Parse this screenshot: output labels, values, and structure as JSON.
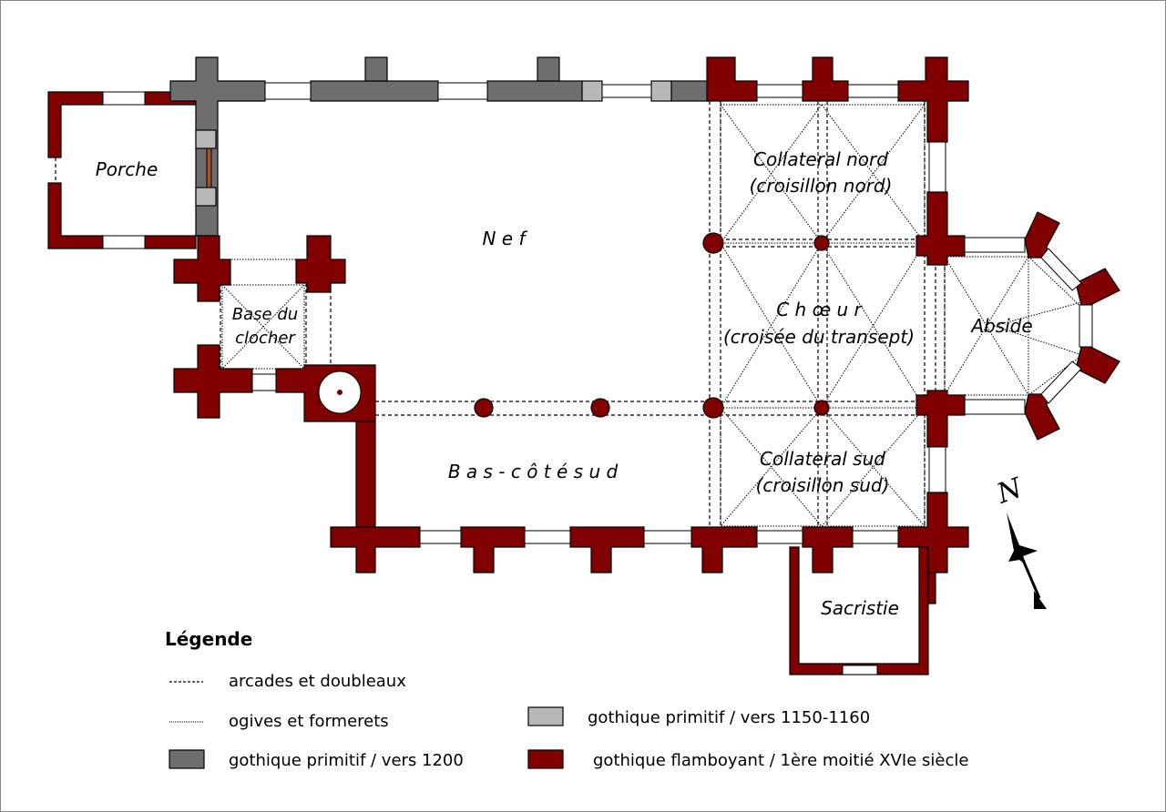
{
  "rooms": {
    "porche": "Porche",
    "nef": "N e f",
    "base_clocher_1": "Base du",
    "base_clocher_2": "clocher",
    "bas_cote": "B a s - c ô t é   s u d",
    "collateral_nord_1": "Collateral nord",
    "collateral_nord_2": "(croisillon nord)",
    "choeur_1": "C h œ u r",
    "choeur_2": "(croisée du transept)",
    "abside": "Abside",
    "collateral_sud_1": "Collateral sud",
    "collateral_sud_2": "(croisillon sud)",
    "sacristie": "Sacristie"
  },
  "north_arrow": {
    "label": "N"
  },
  "legend": {
    "title": "Légende",
    "items": [
      {
        "label": "arcades et doubleaux"
      },
      {
        "label": "ogives et formerets"
      },
      {
        "label": "gothique primitif / vers 1200",
        "color": "#6e6e6e"
      },
      {
        "label": "gothique primitif / vers 1150-1160",
        "color": "#b8b8b8"
      },
      {
        "label": "gothique flamboyant / 1ère moitié XVIe siècle",
        "color": "#800000"
      }
    ]
  }
}
